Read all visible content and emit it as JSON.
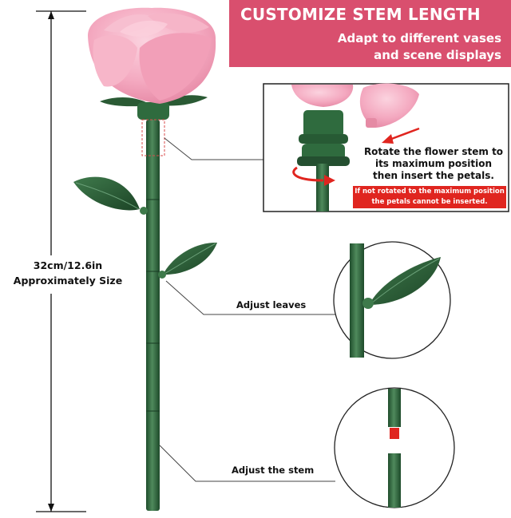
{
  "banner": {
    "title": "CUSTOMIZE STEM LENGTH",
    "subtitle_line1": "Adapt to different vases",
    "subtitle_line2": "and scene displays"
  },
  "size_label": {
    "line1": "32cm/12.6in",
    "line2": "Approximately Size"
  },
  "inset": {
    "instruction_line1": "Rotate the flower stem to",
    "instruction_line2": "its maximum position",
    "instruction_line3": "then insert the petals.",
    "warning_line1": "If not rotated to the maximum position",
    "warning_line2": "the petals cannot be inserted."
  },
  "callouts": {
    "leaves": "Adjust leaves",
    "stem": "Adjust the stem"
  },
  "colors": {
    "banner": "#d94f6e",
    "petal": "#f4a9c0",
    "stem": "#2f6b3e",
    "leaf": "#2a5a34",
    "warning": "#e0251f"
  }
}
